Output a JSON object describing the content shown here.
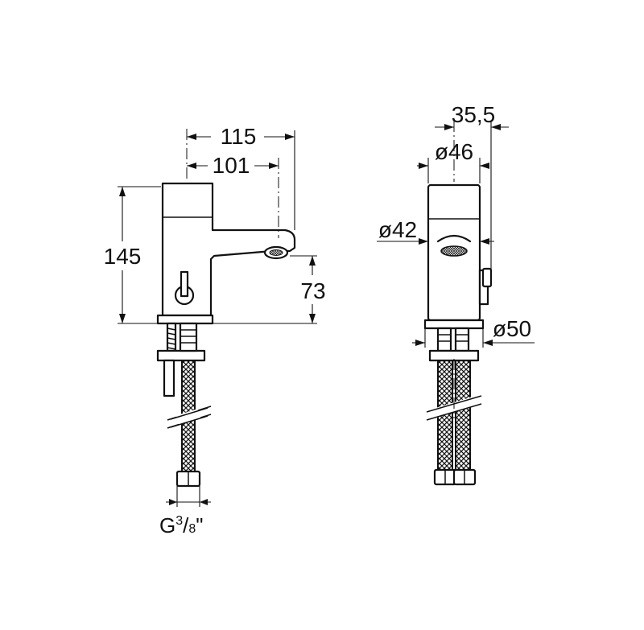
{
  "dimensions": {
    "width_115": "115",
    "width_101": "101",
    "height_145": "145",
    "height_73": "73",
    "width_35_5": "35,5",
    "dia_46": "ø46",
    "dia_42": "ø42",
    "dia_50": "ø50"
  },
  "thread": {
    "prefix": "G",
    "numerator": "3",
    "slash": "/",
    "denominator": "8",
    "suffix": "\""
  }
}
